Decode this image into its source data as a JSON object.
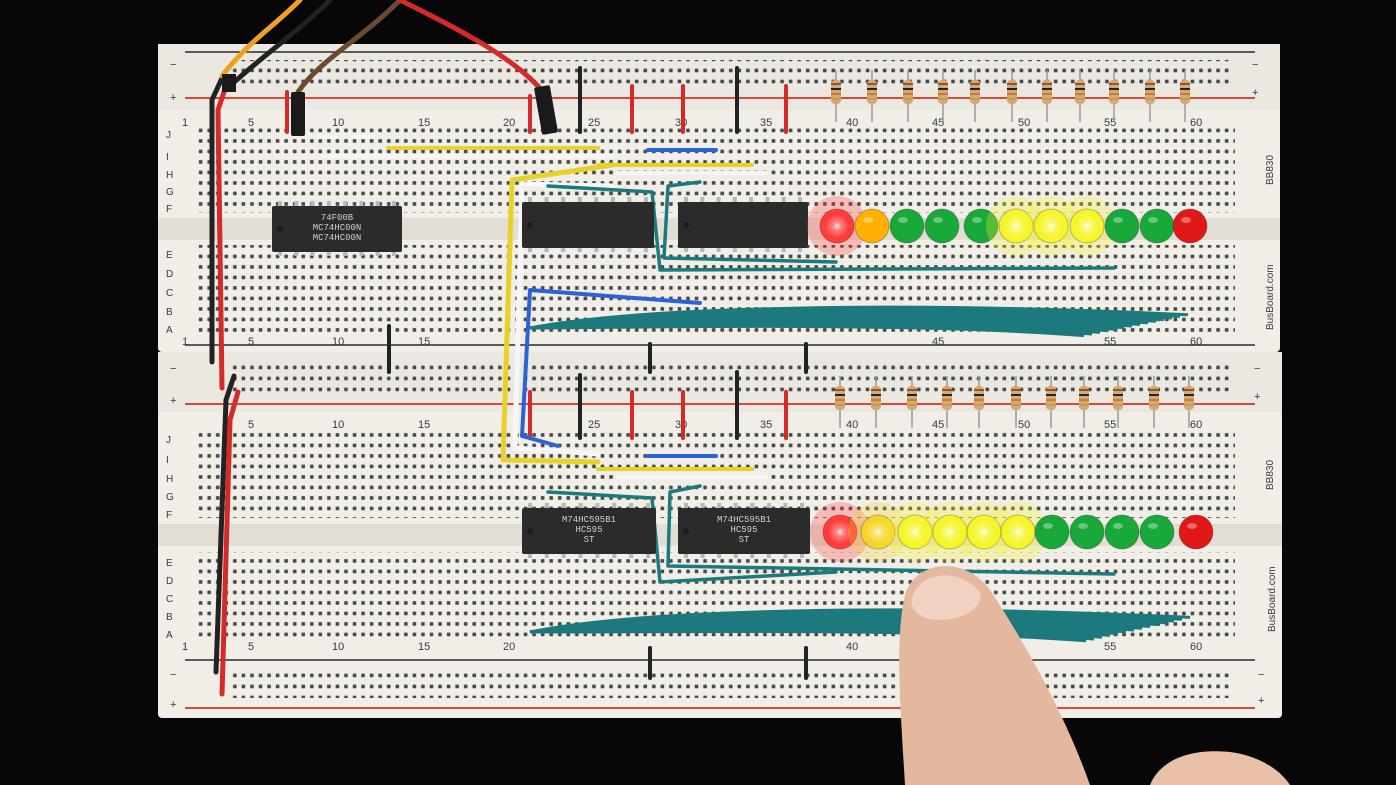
{
  "boards": [
    {
      "model": "BB830",
      "brand": "BusBoard.com",
      "row_letters": [
        "J",
        "I",
        "H",
        "G",
        "F",
        "E",
        "D",
        "C",
        "B",
        "A"
      ],
      "column_numbers": [
        "1",
        "5",
        "10",
        "15",
        "20",
        "25",
        "30",
        "35",
        "40",
        "45",
        "50",
        "55",
        "60"
      ],
      "rail_symbols": {
        "minus": "−",
        "plus": "+"
      },
      "chips": [
        {
          "lines": [
            "74F00B",
            "MC74HC00N",
            "MC74HC00N"
          ]
        },
        {
          "lines": [
            "",
            "",
            ""
          ]
        },
        {
          "lines": [
            "",
            "",
            ""
          ]
        }
      ],
      "leds": [
        {
          "color": "#ff3b3b",
          "lit": true
        },
        {
          "color": "#ffb000",
          "lit": false
        },
        {
          "color": "#19a83a",
          "lit": false
        },
        {
          "color": "#19a83a",
          "lit": false
        },
        {
          "color": "#19a83a",
          "lit": false
        },
        {
          "color": "#f5f52a",
          "lit": true
        },
        {
          "color": "#f5f52a",
          "lit": true
        },
        {
          "color": "#f5f52a",
          "lit": true
        },
        {
          "color": "#19a83a",
          "lit": false
        },
        {
          "color": "#19a83a",
          "lit": false
        },
        {
          "color": "#e01818",
          "lit": false
        }
      ]
    },
    {
      "model": "BB830",
      "brand": "BusBoard.com",
      "row_letters": [
        "J",
        "I",
        "H",
        "G",
        "F",
        "E",
        "D",
        "C",
        "B",
        "A"
      ],
      "column_numbers": [
        "1",
        "5",
        "10",
        "15",
        "20",
        "25",
        "30",
        "35",
        "40",
        "45",
        "50",
        "55",
        "60"
      ],
      "rail_symbols": {
        "minus": "−",
        "plus": "+"
      },
      "chips": [
        {
          "lines": [
            "M74HC595B1",
            "HC595",
            "ST"
          ]
        },
        {
          "lines": [
            "M74HC595B1",
            "HC595",
            "ST"
          ]
        }
      ],
      "leds": [
        {
          "color": "#ff3b3b",
          "lit": true
        },
        {
          "color": "#f5d52a",
          "lit": true
        },
        {
          "color": "#f5f52a",
          "lit": true
        },
        {
          "color": "#f5f52a",
          "lit": true
        },
        {
          "color": "#f5f52a",
          "lit": true
        },
        {
          "color": "#f5f52a",
          "lit": true
        },
        {
          "color": "#19a83a",
          "lit": false
        },
        {
          "color": "#19a83a",
          "lit": false
        },
        {
          "color": "#19a83a",
          "lit": false
        },
        {
          "color": "#19a83a",
          "lit": false
        },
        {
          "color": "#e01818",
          "lit": false
        }
      ]
    }
  ],
  "colors": {
    "background": "#070707",
    "board": "#f1eee8",
    "rail_red": "#d94a3a",
    "rail_black": "#2a2a2a",
    "hole": "#4a4a48",
    "chip": "#2b2b2b",
    "wire_teal": "#1c7a7e",
    "wire_yellow": "#e8d22a",
    "wire_blue": "#2a63d6",
    "wire_white": "#f6f6f6",
    "wire_red": "#d42a2a",
    "wire_black": "#222222",
    "wire_orange": "#f0a020",
    "wire_brown": "#6b4a32",
    "resistor": "#d4a878",
    "skin": "#e8c0a8"
  }
}
